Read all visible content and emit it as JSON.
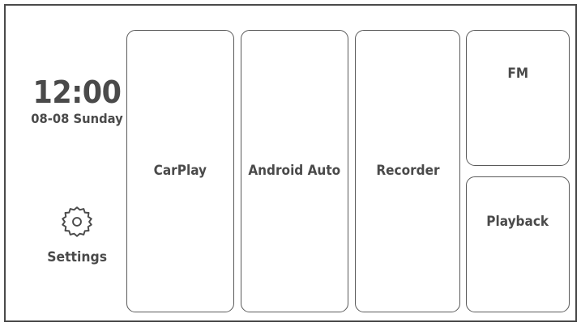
{
  "theme": {
    "background": "#ffffff",
    "frame_border": "#4a4a4a",
    "card_border": "#5a5a5a",
    "text": "#4a4a4a"
  },
  "info_panel": {
    "clock": {
      "time": "12:00",
      "date": "08-08 Sunday"
    },
    "settings": {
      "icon": "gear-icon",
      "label": "Settings"
    }
  },
  "apps": [
    {
      "id": "carplay",
      "label": "CarPlay",
      "column": "main",
      "order": 1
    },
    {
      "id": "android-auto",
      "label": "Android Auto",
      "column": "main",
      "order": 2
    },
    {
      "id": "recorder",
      "label": "Recorder",
      "column": "main",
      "order": 3
    },
    {
      "id": "fm",
      "label": "FM",
      "column": "right",
      "order": 1
    },
    {
      "id": "playback",
      "label": "Playback",
      "column": "right",
      "order": 2
    }
  ]
}
